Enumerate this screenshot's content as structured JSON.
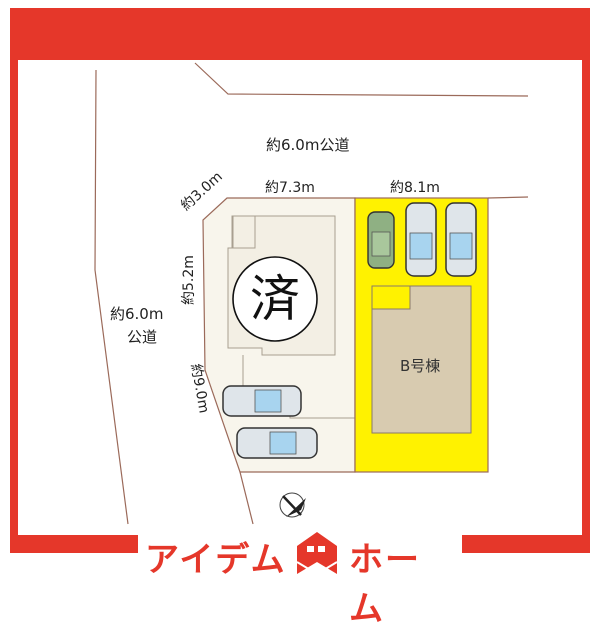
{
  "plan": {
    "road_top": "約6.0m公道",
    "road_left_line1": "約6.0m",
    "road_left_line2": "公道",
    "dim_top_left": "約7.3m",
    "dim_top_right": "約8.1m",
    "dim_corner": "約3.0m",
    "dim_left_upper": "約5.2m",
    "dim_left_lower": "約9.0m",
    "sold_mark": "済",
    "building_label": "B号棟",
    "north_arrow": "compass-north-icon"
  },
  "brand": {
    "left": "アイデム",
    "right": "ホーム",
    "logo_icon": "house-logo-icon"
  },
  "colors": {
    "frame": "#e5372a",
    "lot_highlight": "#fff200",
    "building": "#d8cbb0",
    "sold_lot": "#f8f5ec",
    "lines": "#9b6a5a"
  }
}
